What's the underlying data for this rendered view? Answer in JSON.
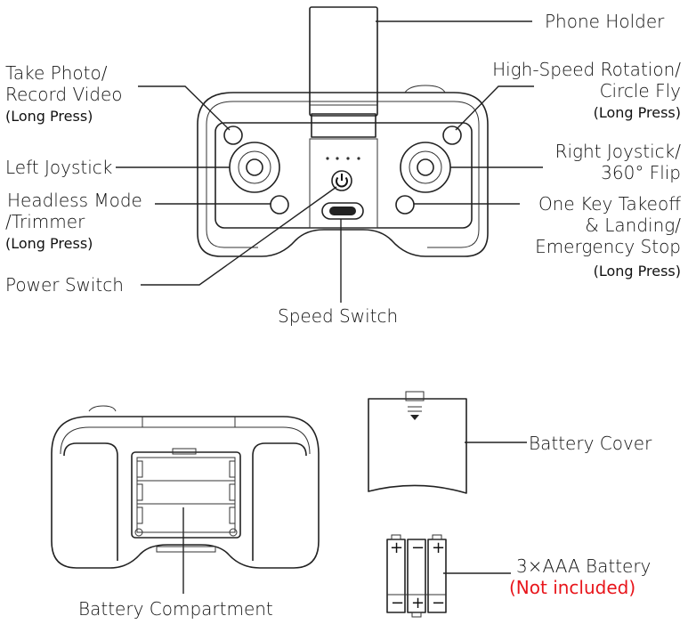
{
  "labels": {
    "phone_holder": "Phone Holder",
    "take_photo_line1": "Take Photo/",
    "take_photo_line2": "Record Video",
    "take_photo_note": "(Long Press)",
    "rotation_line1": "High-Speed Rotation/",
    "rotation_line2": "Circle Fly",
    "rotation_note": "(Long Press)",
    "left_joystick": "Left Joystick",
    "right_joystick_line1": "Right Joystick/",
    "right_joystick_line2": "360° Flip",
    "headless_line1": "Headless Mode",
    "headless_line2": "/Trimmer",
    "headless_note": "(Long Press)",
    "takeoff_line1": "One Key Takeoff",
    "takeoff_line2": "& Landing/",
    "takeoff_line3": "Emergency Stop",
    "takeoff_note": "(Long Press)",
    "power_switch": "Power Switch",
    "speed_switch": "Speed Switch",
    "battery_cover": "Battery Cover",
    "battery": "3×AAA Battery",
    "battery_note": "(Not included)",
    "battery_compartment": "Battery Compartment"
  },
  "battery_symbols": {
    "plus": "+",
    "minus": "−"
  },
  "colors": {
    "line": "#222222",
    "warning": "#e8151b"
  }
}
